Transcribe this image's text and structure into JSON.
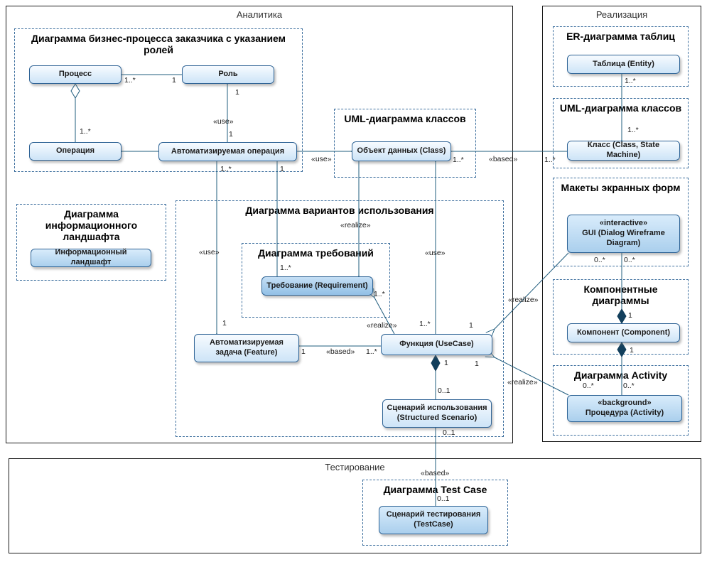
{
  "regions": {
    "analytics": {
      "title": "Аналитика"
    },
    "realization": {
      "title": "Реализация"
    },
    "testing": {
      "title": "Тестирование"
    }
  },
  "groups": {
    "business_process": {
      "title": "Диаграмма бизнес-процесса заказчика с указанием ролей"
    },
    "uml_classes_mid": {
      "title": "UML-диаграмма классов"
    },
    "info_landscape": {
      "title": "Диаграмма информационного ландшафта"
    },
    "use_case": {
      "title": "Диаграмма вариантов использования"
    },
    "requirements": {
      "title": "Диаграмма требований"
    },
    "er_tables": {
      "title": "ER-диаграмма таблиц"
    },
    "uml_classes_right": {
      "title": "UML-диаграмма классов"
    },
    "screen_mockups": {
      "title": "Макеты экранных форм"
    },
    "component_diagrams": {
      "title": "Компонентные диаграммы"
    },
    "activity": {
      "title": "Диаграмма Activity"
    },
    "test_case": {
      "title": "Диаграмма Test Case"
    }
  },
  "nodes": {
    "process": "Процесс",
    "role": "Роль",
    "operation": "Операция",
    "auto_operation": "Автоматизируемая операция",
    "data_object": "Объект данных (Class)",
    "info_landscape": "Информационный ландшафт",
    "requirement": "Требование (Requirement)",
    "auto_task": "Автоматизируемая задача (Feature)",
    "use_case_func": "Функция (UseCase)",
    "scenario": "Сценарий использования (Structured Scenario)",
    "table": "Таблица (Entity)",
    "class": "Класс (Class, State Machine)",
    "gui": "«interactive»\nGUI (Dialog Wireframe\nDiagram)",
    "component": "Компонент (Component)",
    "procedure": "«background»\nПроцедура (Activity)",
    "test_scenario": "Сценарий тестирования (TestCase)"
  },
  "labels": {
    "proc_role_src": "1..*",
    "proc_role_dst": "1",
    "proc_oper": "1..*",
    "use_role_top": "1",
    "use_role": "«use»",
    "use_role_bottom": "1",
    "use_dataobj": "«use»",
    "based_class_dst": "1..*",
    "based_class": "«based»",
    "based_class_src": "1..*",
    "ao_task_src": "1..*",
    "use_task": "«use»",
    "ao_task_dst": "1",
    "ao_req_src": "1",
    "ao_req_dst": "1..*",
    "realize_req": "«realize»",
    "use_func": "«use»",
    "use_func_src": "1..*",
    "realize_func_req": "«realize»",
    "realize_func_req_dst": "1..*",
    "based_task_dst": "1",
    "based_task": "«based»",
    "based_task_src": "1..*",
    "realize_gui": "«realize»",
    "realize_gui_dst": "1",
    "realize_gui_src": "0..*",
    "gui_comp_src": "0..*",
    "gui_comp_dst": "1",
    "comp_proc_src": "1",
    "comp_proc_dst": "0..*",
    "realize_proc": "«realize»",
    "realize_proc_dst": "1",
    "realize_proc_src": "0..*",
    "table_class_src": "1..*",
    "table_class_dst": "1..*",
    "func_scen_src": "1",
    "func_scen_dst": "0..1",
    "based_scen_dst": "0..1",
    "based_scen": "«based»",
    "based_scen_src": "0..1"
  }
}
